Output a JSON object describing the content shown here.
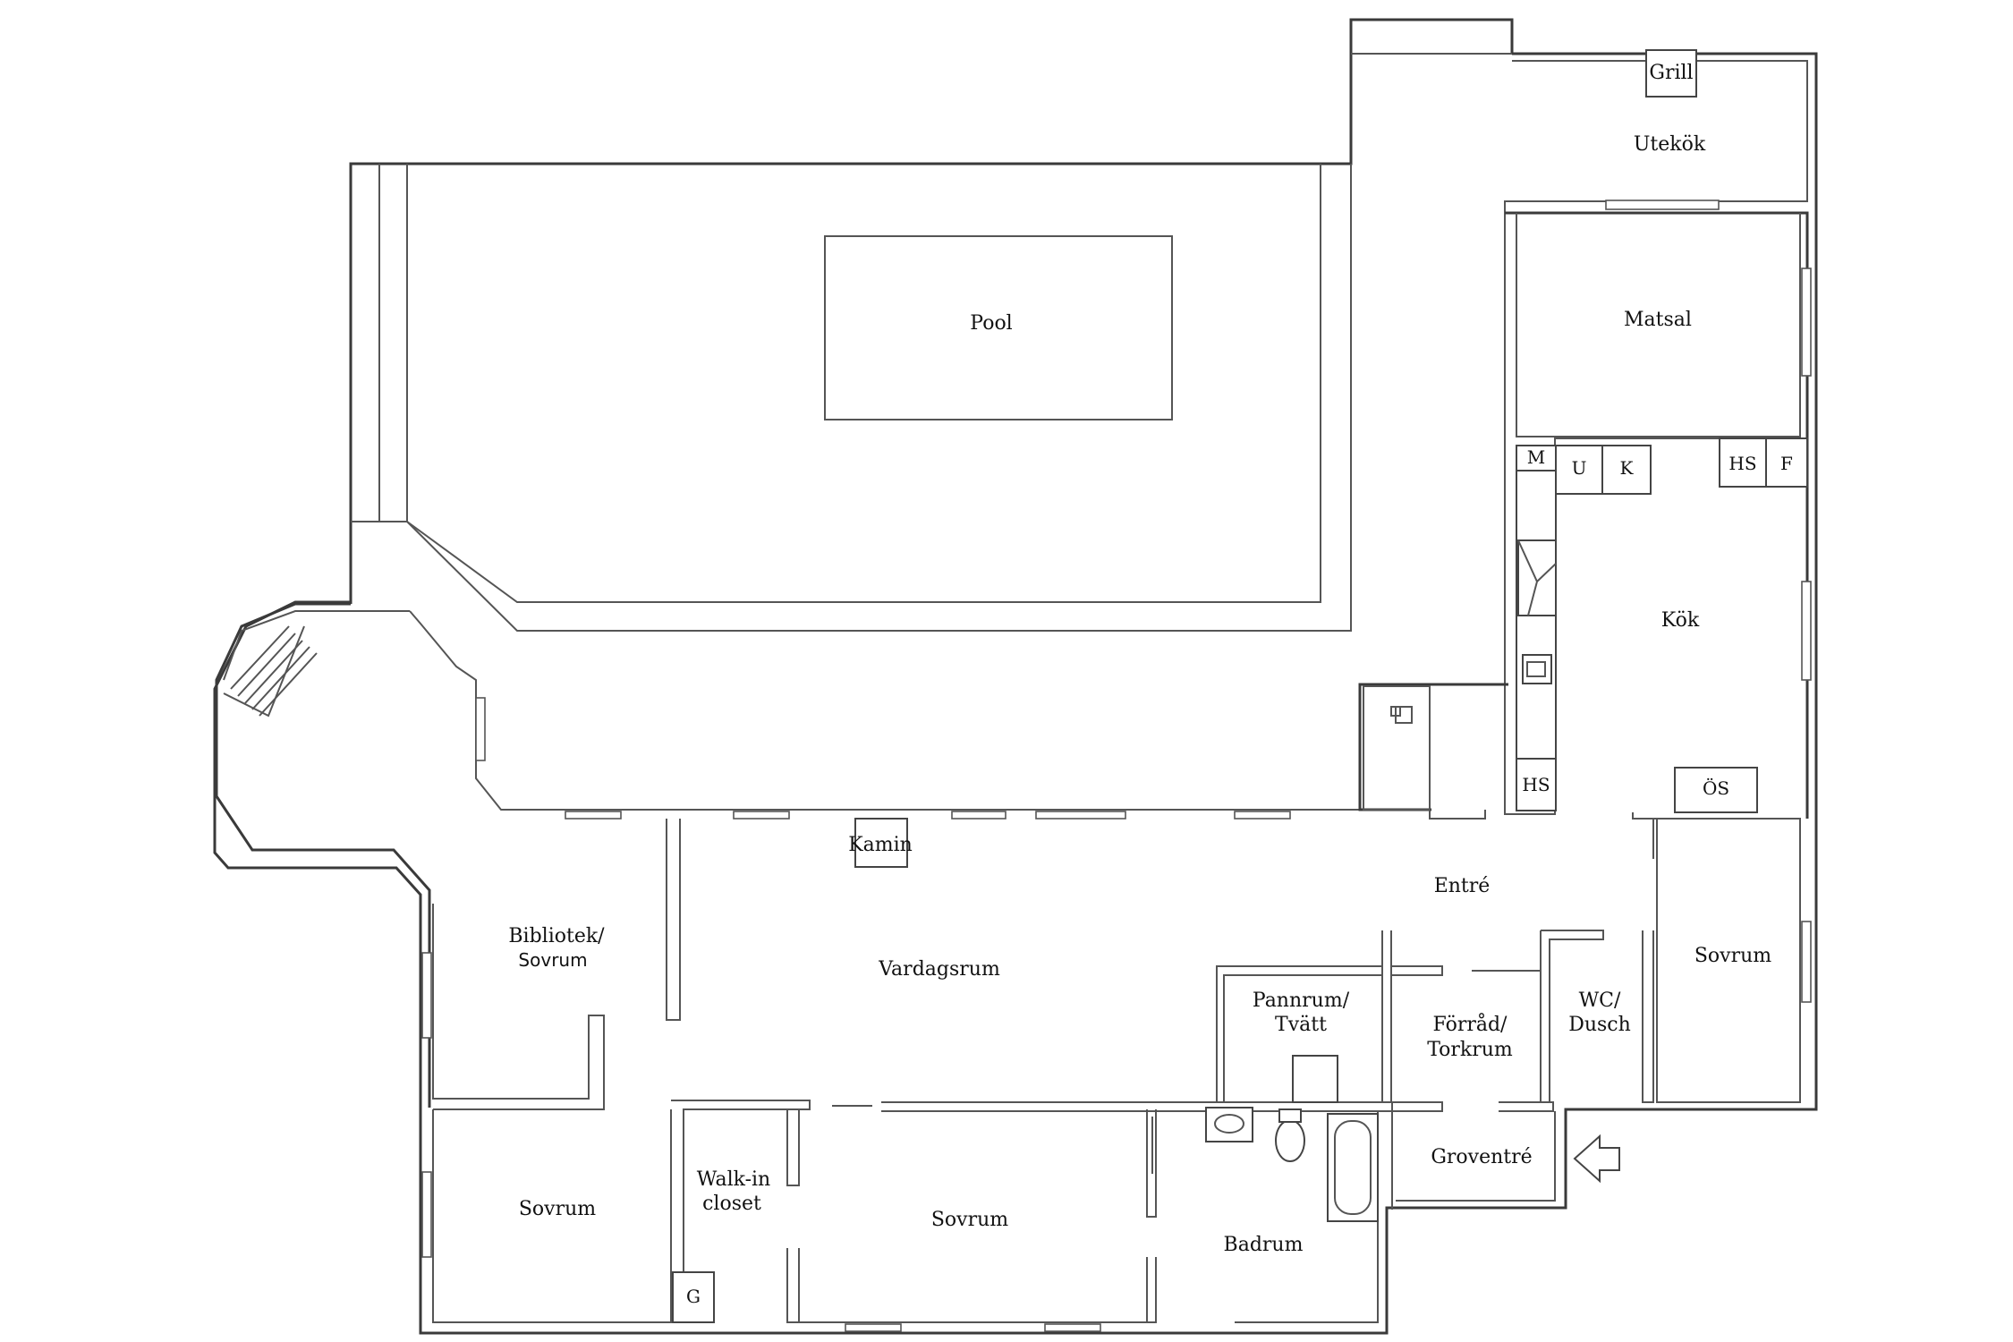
{
  "plan": {
    "rooms": {
      "grill": "Grill",
      "utekok": "Utekök",
      "pool": "Pool",
      "matsal": "Matsal",
      "kok": "Kök",
      "kamin": "Kamin",
      "entre": "Entré",
      "bibliotek_1": "Bibliotek/",
      "bibliotek_2": "Sovrum",
      "vardagsrum": "Vardagsrum",
      "pannrum_1": "Pannrum/",
      "pannrum_2": "Tvätt",
      "forrad_1": "Förråd/",
      "forrad_2": "Torkrum",
      "wc_1": "WC/",
      "wc_2": "Dusch",
      "sovrum_east": "Sovrum",
      "sovrum_west": "Sovrum",
      "walkin_1": "Walk-in",
      "walkin_2": "closet",
      "sovrum_south": "Sovrum",
      "badrum": "Badrum",
      "groventre": "Groventré"
    },
    "fixtures": {
      "m": "M",
      "u": "U",
      "k": "K",
      "hs_top": "HS",
      "f": "F",
      "hs_bottom": "HS",
      "os": "ÖS",
      "g": "G"
    }
  }
}
